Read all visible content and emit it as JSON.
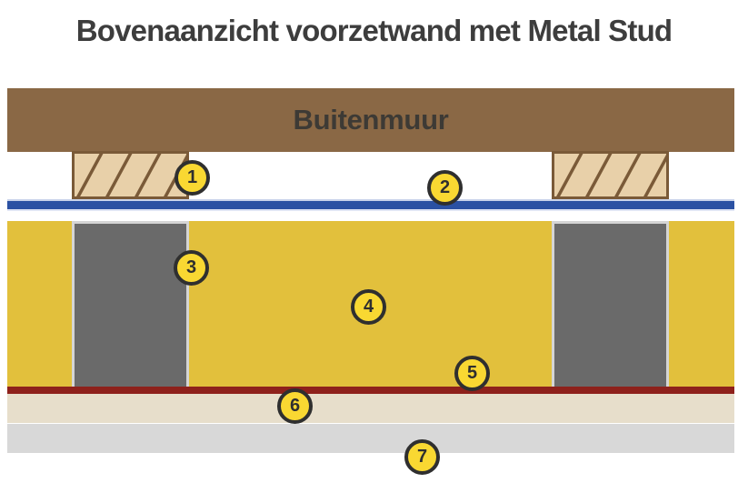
{
  "title": "Bovenaanzicht voorzetwand met Metal Stud",
  "diagram": {
    "outer_wall_label": "Buitenmuur",
    "markers": [
      {
        "number": "1"
      },
      {
        "number": "2"
      },
      {
        "number": "3"
      },
      {
        "number": "4"
      },
      {
        "number": "5"
      },
      {
        "number": "6"
      },
      {
        "number": "7"
      }
    ]
  },
  "colors": {
    "page_background": "#ffffff",
    "title_text": "#3d3d3d",
    "outer_wall": "#8a6845",
    "outer_wall_label_text": "#3d3a35",
    "wood_fill": "#e8d0a9",
    "wood_stroke": "#7a5a38",
    "blue_layer": "#2b51a3",
    "blue_edge_top": "#c9d3ea",
    "blue_edge_bottom": "#dfe5f4",
    "insulation_yellow": "#e2c03c",
    "stud_gray": "#6a6a6a",
    "stud_border": "#d5d5d5",
    "red_layer": "#8e211b",
    "beige_layer": "#e7decb",
    "bottom_gray_layer": "#d8d8d8",
    "marker_fill": "#f9d832",
    "marker_border": "#2f2f2f",
    "marker_text": "#2f2f2f"
  }
}
